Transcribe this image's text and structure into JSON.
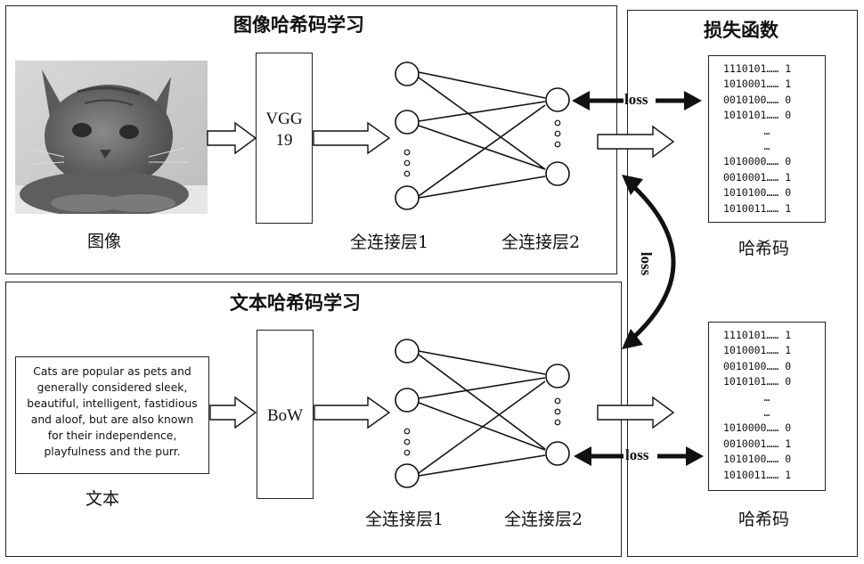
{
  "image_panel": {
    "title": "图像哈希码学习",
    "image_caption": "图像",
    "model_lines": [
      "VGG",
      "19"
    ],
    "fc1_label": "全连接层1",
    "fc2_label": "全连接层2"
  },
  "text_panel": {
    "title": "文本哈希码学习",
    "text_lines": [
      "Cats are popular as pets and",
      "generally considered sleek,",
      "beautiful, intelligent, fastidious",
      "and aloof, but are also known",
      "for their independence,",
      "playfulness and the purr."
    ],
    "text_caption": "文本",
    "model_label": "BoW",
    "fc1_label": "全连接层1",
    "fc2_label": "全连接层2"
  },
  "loss_panel": {
    "title": "损失函数",
    "loss_label": "loss",
    "hash_caption": "哈希码",
    "hash_codes": [
      "1110101…… 1",
      "1010001…… 1",
      "0010100…… 0",
      "1010101…… 0",
      "…",
      "…",
      "1010000…… 0",
      "0010001…… 1",
      "1010100…… 0",
      "1010011…… 1"
    ]
  },
  "colors": {
    "line": "#111111",
    "photo_bg": "#cfcfcf",
    "cat": "#6e6e6e"
  }
}
